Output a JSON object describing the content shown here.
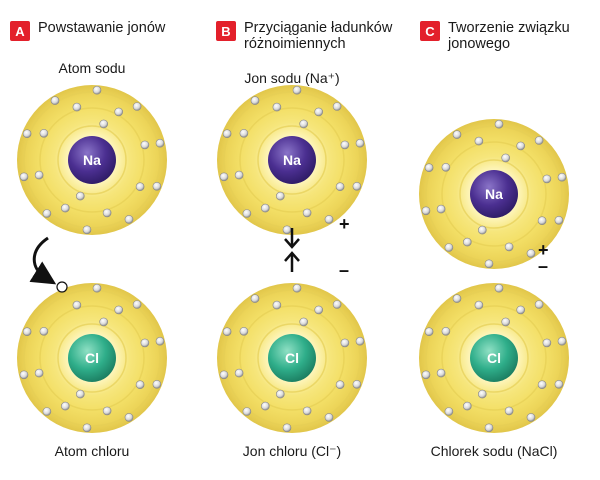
{
  "panels": [
    {
      "badge": "A",
      "title_lines": [
        "Powstawanie jonów"
      ]
    },
    {
      "badge": "B",
      "title_lines": [
        "Przyciąganie ładunków",
        "różnoimiennych"
      ]
    },
    {
      "badge": "C",
      "title_lines": [
        "Tworzenie związku",
        "jonowego"
      ]
    }
  ],
  "captions": {
    "a_top": "Atom sodu",
    "a_bottom": "Atom chloru",
    "b_top": "Jon sodu (Na⁺)",
    "b_bottom": "Jon chloru (Cl⁻)",
    "c_bottom": "Chlorek sodu (NaCl)"
  },
  "atoms": {
    "na_symbol": "Na",
    "cl_symbol": "Cl",
    "na_color": "#4b2f91",
    "cl_color": "#2fae8a",
    "shell_color": "#f3e06a"
  },
  "charges": {
    "plus": "+",
    "minus": "–"
  },
  "icons": {
    "transfer": "curved-arrow-icon",
    "attraction": "opposing-arrows-icon",
    "vacancy": "empty-electron-circle-icon"
  }
}
